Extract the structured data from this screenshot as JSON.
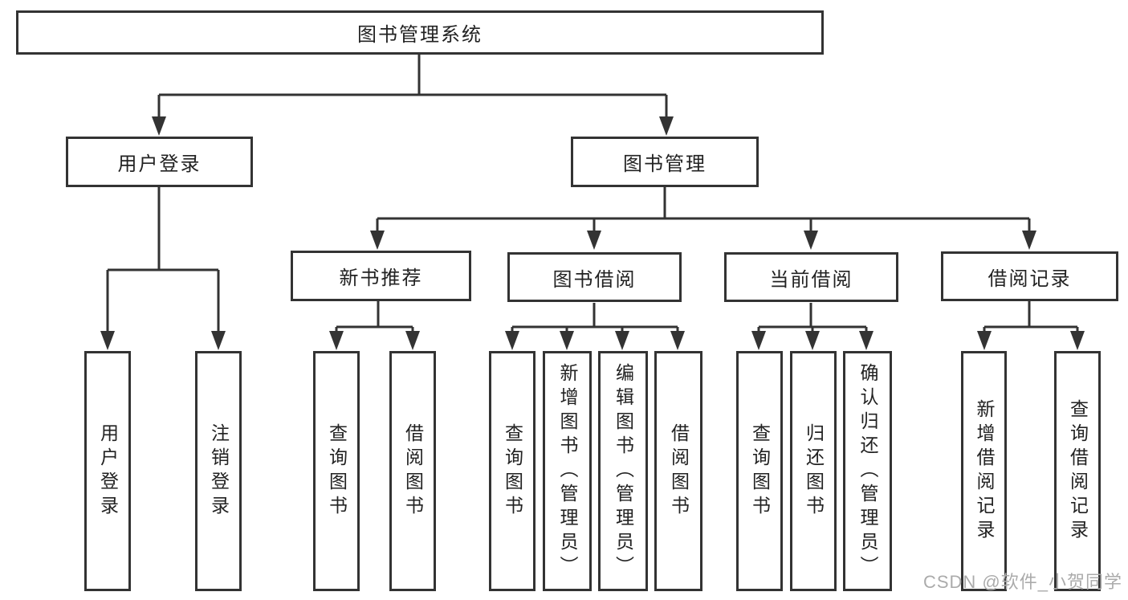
{
  "tree": {
    "label": "图书管理系统",
    "children": [
      {
        "label": "用户登录",
        "children": [
          {
            "label": "用户登录"
          },
          {
            "label": "注销登录"
          }
        ]
      },
      {
        "label": "图书管理",
        "children": [
          {
            "label": "新书推荐",
            "children": [
              {
                "label": "查询图书"
              },
              {
                "label": "借阅图书"
              }
            ]
          },
          {
            "label": "图书借阅",
            "children": [
              {
                "label": "查询图书"
              },
              {
                "label": "新增图书（管理员）"
              },
              {
                "label": "编辑图书（管理员）"
              },
              {
                "label": "借阅图书"
              }
            ]
          },
          {
            "label": "当前借阅",
            "children": [
              {
                "label": "查询图书"
              },
              {
                "label": "归还图书"
              },
              {
                "label": "确认归还（管理员）"
              }
            ]
          },
          {
            "label": "借阅记录",
            "children": [
              {
                "label": "新增借阅记录"
              },
              {
                "label": "查询借阅记录"
              }
            ]
          }
        ]
      }
    ]
  },
  "watermark": {
    "text": "CSDN @软件_小贺同学"
  },
  "colors": {
    "line": "#333333",
    "text": "#222222",
    "watermark": "#ababab",
    "background": "#ffffff"
  }
}
